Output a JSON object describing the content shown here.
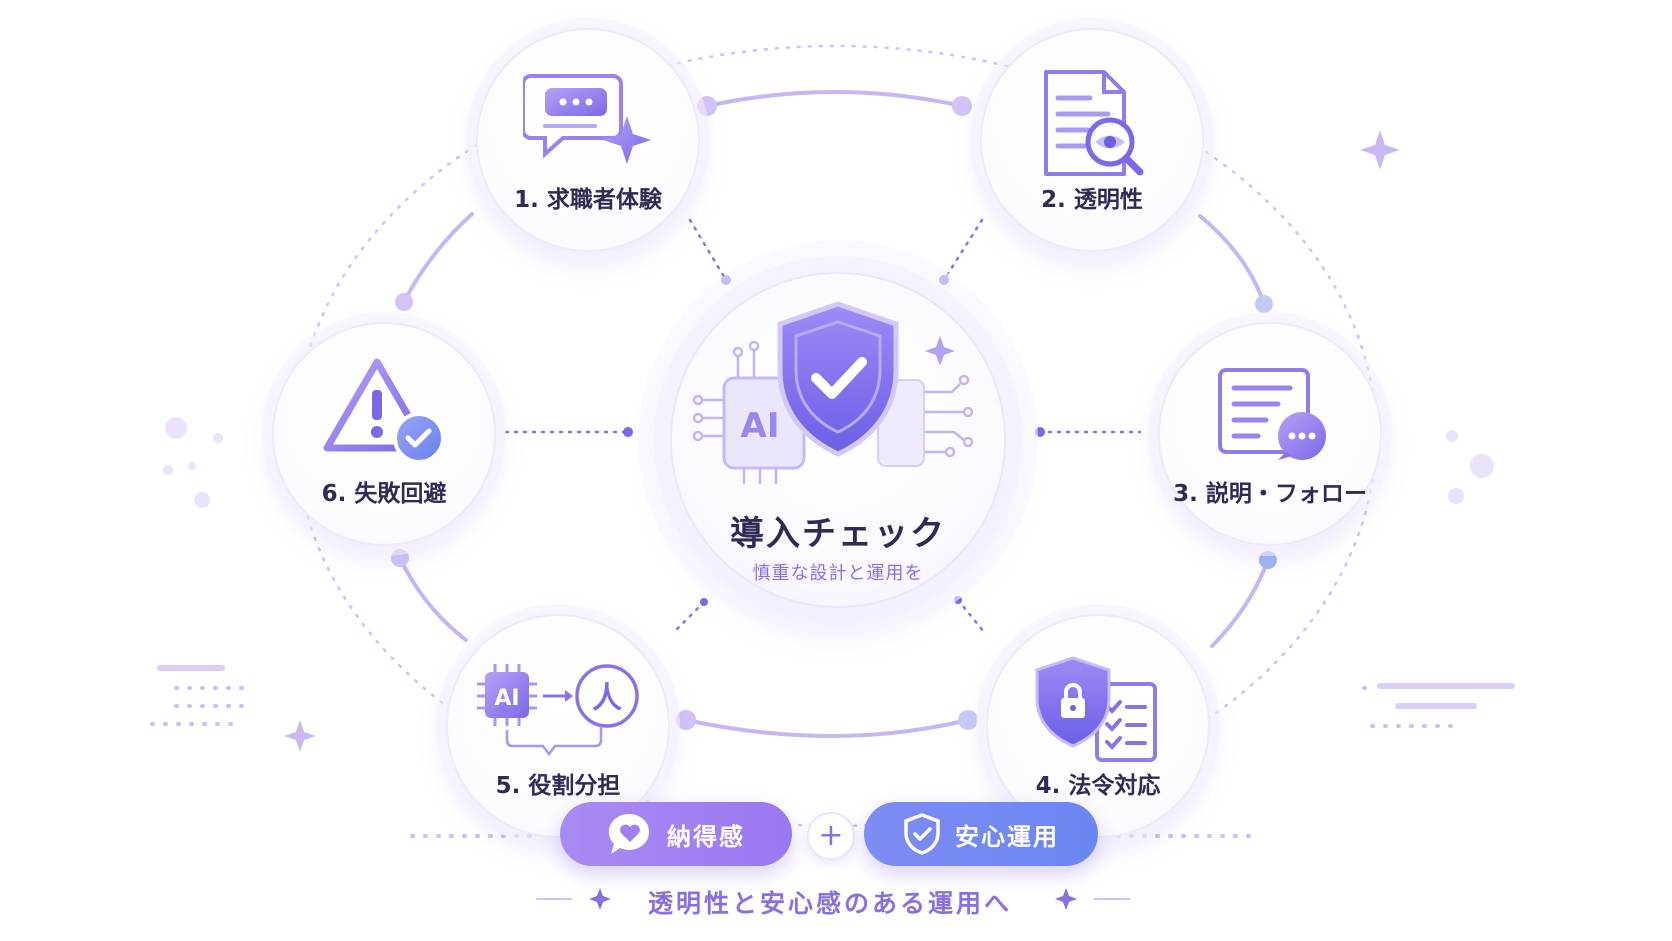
{
  "center": {
    "title": "導入チェック",
    "subtitle": "慎重な設計と運用を",
    "chip_text": "AI"
  },
  "steps": [
    {
      "label": "1. 求職者体験",
      "icon": "chat-sparkle-icon"
    },
    {
      "label": "2. 透明性",
      "icon": "document-eye-icon"
    },
    {
      "label": "3. 説明・フォロー",
      "icon": "document-chat-icon"
    },
    {
      "label": "4. 法令対応",
      "icon": "shield-lock-checklist-icon"
    },
    {
      "label": "5. 役割分担",
      "icon": "ai-to-human-icon",
      "chip_text": "AI",
      "person_glyph": "人"
    },
    {
      "label": "6. 失敗回避",
      "icon": "warning-check-icon"
    }
  ],
  "bottom": {
    "pill_left": "納得感",
    "plus": "+",
    "pill_right": "安心運用",
    "tagline": "透明性と安心感のある運用へ"
  },
  "colors": {
    "primary": "#8a6fe0",
    "blue": "#6a86f2",
    "text": "#2f2b55",
    "line": "#c9b8f4"
  }
}
